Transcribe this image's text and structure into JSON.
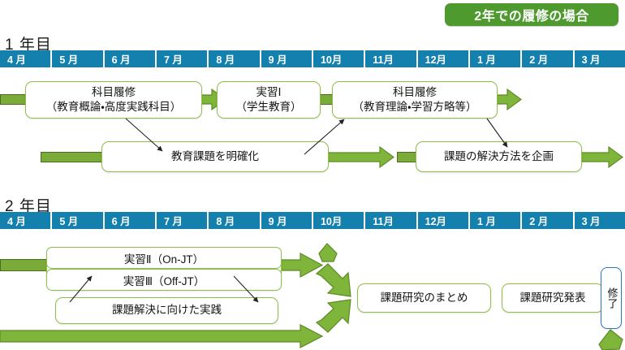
{
  "header": {
    "title_pill": "2年での履修の場合",
    "accent_green": "#4e9a2f",
    "accent_blue": "#1380ae",
    "bar_green": "#7fb53b",
    "box_border_green": "#8dc04a",
    "box_border_blue": "#2e77b8"
  },
  "years": [
    {
      "label": "1 年目",
      "months": [
        "4 月",
        "5 月",
        "6 月",
        "7 月",
        "8 月",
        "9 月",
        "10月",
        "11月",
        "12月",
        "1 月",
        "2 月",
        "3 月"
      ],
      "row1": [
        {
          "name": "kamoku-rishu-1",
          "line1": "科目履修",
          "line2": "（教育概論・高度実践科目）"
        },
        {
          "name": "jisshu-1",
          "line1": "実習Ⅰ",
          "line2": "（学生教育）"
        },
        {
          "name": "kamoku-rishu-2",
          "line1": "科目履修",
          "line2": "（教育理論・学習方略等）"
        }
      ],
      "row2": [
        {
          "name": "kyoiku-kadai",
          "text": "教育課題を明確化"
        },
        {
          "name": "kaiketsu-kikaku",
          "text": "課題の解決方法を企画"
        }
      ]
    },
    {
      "label": "2 年目",
      "months": [
        "4 月",
        "5 月",
        "6 月",
        "7 月",
        "8 月",
        "9 月",
        "10月",
        "11月",
        "12月",
        "1 月",
        "2 月",
        "3 月"
      ],
      "row1": [
        {
          "name": "jisshu-2",
          "text": "実習Ⅱ（On-JT）"
        },
        {
          "name": "jisshu-3",
          "text": "実習Ⅲ（Off-JT）"
        }
      ],
      "row2": [
        {
          "name": "kadai-jissen",
          "text": "課題解決に向けた実践"
        }
      ],
      "right": [
        {
          "name": "kadai-kenkyu-matome",
          "text": "課題研究のまとめ"
        },
        {
          "name": "kadai-kenkyu-happyo",
          "text": "課題研究発表"
        }
      ],
      "completion": {
        "name": "shuryo",
        "text": "修了"
      }
    }
  ]
}
